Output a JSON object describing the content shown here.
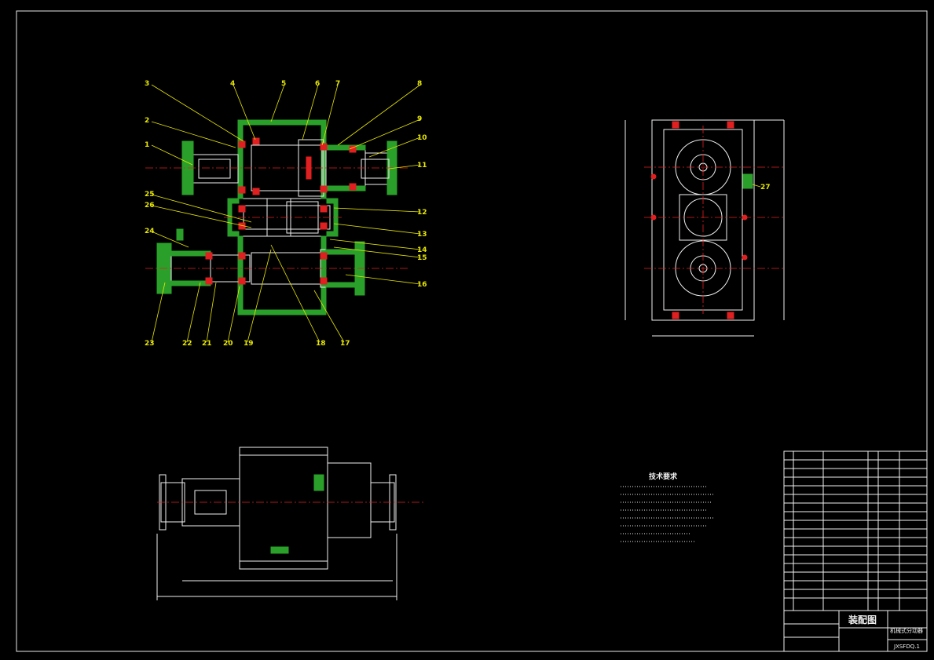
{
  "part_labels_left": [
    "3",
    "2",
    "1",
    "25",
    "26",
    "24",
    "23",
    "22",
    "21",
    "20",
    "19"
  ],
  "part_labels_top": [
    "4",
    "5",
    "6",
    "7",
    "8"
  ],
  "part_labels_right": [
    "9",
    "10",
    "11",
    "12",
    "13",
    "14",
    "15",
    "16"
  ],
  "part_labels_bottom": [
    "18",
    "17"
  ],
  "side_view_label": "27",
  "tech_req_title": "技术要求",
  "title_block": {
    "drawing_name": "装配图",
    "product_name": "机械式分动器",
    "drawing_number": "JXSFDQ.1"
  }
}
